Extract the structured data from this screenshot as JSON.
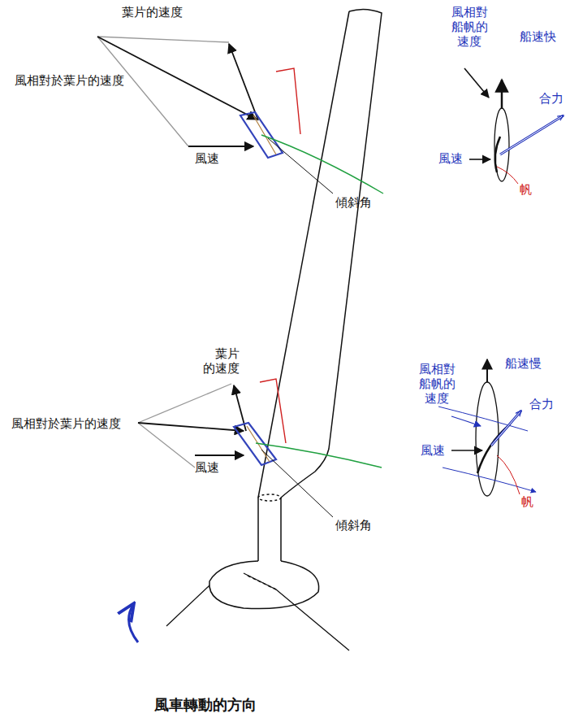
{
  "diagram": {
    "labels": [
      "葉片的速度",
      "風相對於葉片的速度",
      "風速",
      "傾斜角",
      "風相對 船帆的 速度",
      "船速快",
      "合力",
      "風速",
      "帆",
      "葉片 的速度",
      "風相對於葉片的速度",
      "風速",
      "傾斜角",
      "風相對 船帆的 速度",
      "船速慢",
      "合力",
      "風速",
      "帆",
      "風車轉動的方向"
    ]
  }
}
